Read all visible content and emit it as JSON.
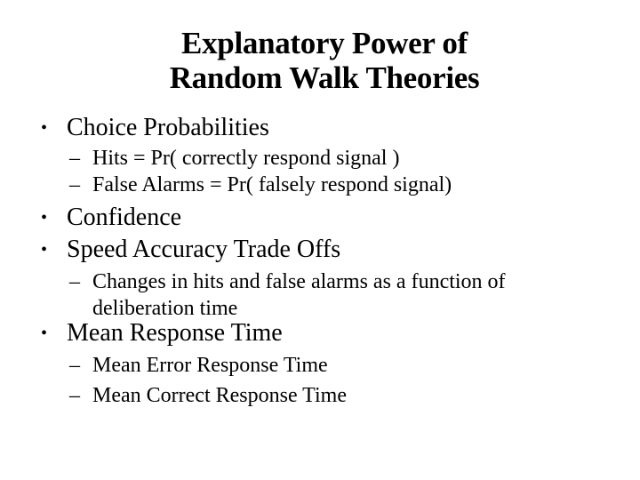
{
  "slide": {
    "colors": {
      "background": "#ffffff",
      "text": "#000000"
    },
    "title": {
      "line1": "Explanatory Power of",
      "line2": "Random Walk Theories"
    },
    "markers": {
      "level1": "•",
      "level2": "–"
    },
    "bullets": [
      {
        "level": 1,
        "text": "Choice Probabilities"
      },
      {
        "level": 2,
        "text": "Hits = Pr( correctly respond signal )"
      },
      {
        "level": 2,
        "text": "False Alarms = Pr( falsely respond signal)"
      },
      {
        "level": 1,
        "text": "Confidence"
      },
      {
        "level": 1,
        "text": "Speed Accuracy Trade Offs"
      },
      {
        "level": 2,
        "text": "Changes in hits and false alarms as a function of deliberation time"
      },
      {
        "level": 1,
        "text": "Mean Response Time"
      },
      {
        "level": 2,
        "text": "Mean Error Response Time"
      },
      {
        "level": 2,
        "text": "Mean Correct Response Time"
      }
    ]
  }
}
